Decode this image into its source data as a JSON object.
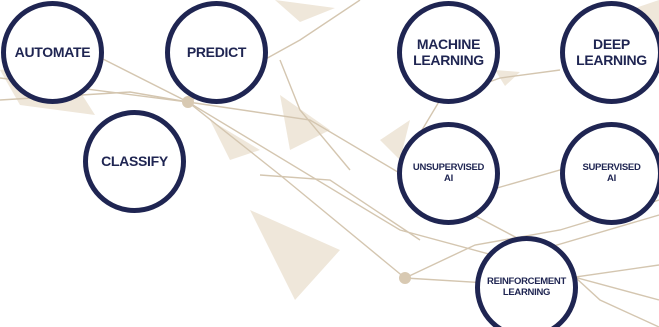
{
  "colors": {
    "node_border": "#1f2552",
    "node_text": "#1f2552",
    "line": "#d4c6b0",
    "shard": "#efe7da"
  },
  "nodes": {
    "automate": "AUTOMATE",
    "predict": "PREDICT",
    "classify": "CLASSIFY",
    "machine_learning": "MACHINE\nLEARNING",
    "deep_learning": "DEEP\nLEARNING",
    "unsupervised_ai": "UNSUPERVISED\nAI",
    "supervised_ai": "SUPERVISED\nAI",
    "reinforcement_learning": "REINFORCEMENT\nLEARNING"
  }
}
